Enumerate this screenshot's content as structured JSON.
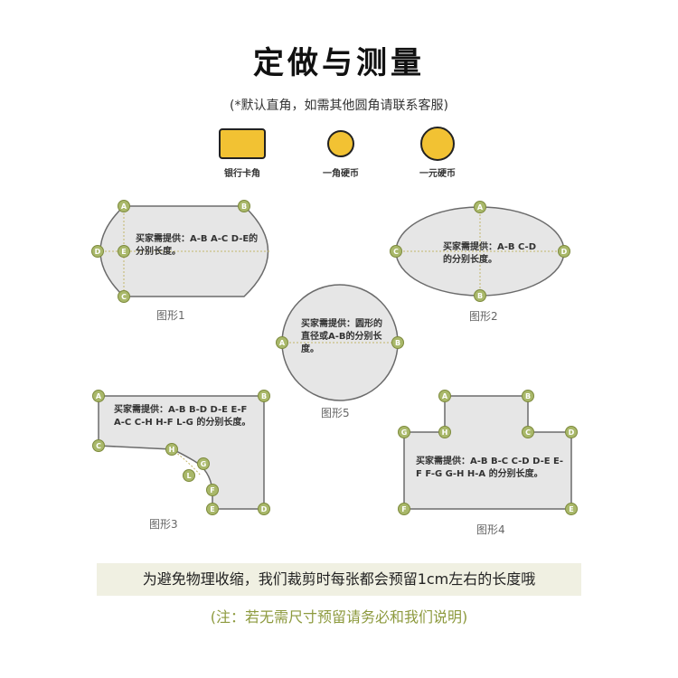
{
  "title": "定做与测量",
  "note": "(*默认直角，如需其他圆角请联系客服)",
  "corner_icons": [
    {
      "label": "银行卡角"
    },
    {
      "label": "一角硬币"
    },
    {
      "label": "一元硬币"
    }
  ],
  "shapes": [
    {
      "name": "图形1",
      "desc": "买家需提供：A-B A-C D-E的分别长度。"
    },
    {
      "name": "图形2",
      "desc": "买家需提供：A-B C-D的分别长度。"
    },
    {
      "name": "图形5",
      "desc": "买家需提供：圆形的直径或A-B的分别长度。"
    },
    {
      "name": "图形3",
      "desc": "买家需提供：A-B B-D D-E E-F A-C C-H H-F L-G 的分别长度。"
    },
    {
      "name": "图形4",
      "desc": "买家需提供：A-B B-C C-D D-E E-F F-G G-H H-A 的分别长度。"
    }
  ],
  "banner": "为避免物理收缩，我们裁剪时每张都会预留1cm左右的长度哦",
  "footer": "(注：若无需尺寸预留请务必和我们说明)",
  "colors": {
    "node_fill": "#a9b86a",
    "node_stroke": "#7d8a3c",
    "shape_fill": "#e6e6e6",
    "shape_stroke": "#6b6b6b",
    "icon_fill": "#f2c233",
    "footer_text": "#8d9a3e"
  }
}
